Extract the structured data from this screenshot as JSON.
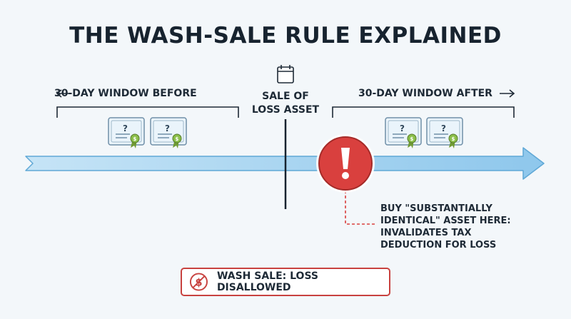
{
  "title": "THE WASH-SALE RULE EXPLAINED",
  "labels": {
    "before": "30-DAY WINDOW BEFORE",
    "after": "30-DAY WINDOW AFTER",
    "sale_line1": "SALE OF",
    "sale_line2": "LOSS ASSET"
  },
  "note": {
    "line1": "BUY \"SUBSTANTIALLY",
    "line2": "IDENTICAL\" ASSET HERE:",
    "line3": "INVALIDATES TAX",
    "line4": "DEDUCTION FOR LOSS"
  },
  "badge": {
    "text": "WASH SALE: LOSS DISALLOWED",
    "icon": "no-dollar-icon"
  },
  "icons": {
    "calendar": "calendar-icon",
    "certificate": "certificate-icon",
    "warning": "exclamation-warning-icon",
    "left_arrow": "arrow-left-icon",
    "right_arrow": "arrow-right-icon"
  },
  "colors": {
    "timeline": "#a9d4ee",
    "timeline_stroke": "#5fa8d6",
    "warning": "#d9403e",
    "accent_green": "#7cb342",
    "ink": "#1e2a36"
  }
}
